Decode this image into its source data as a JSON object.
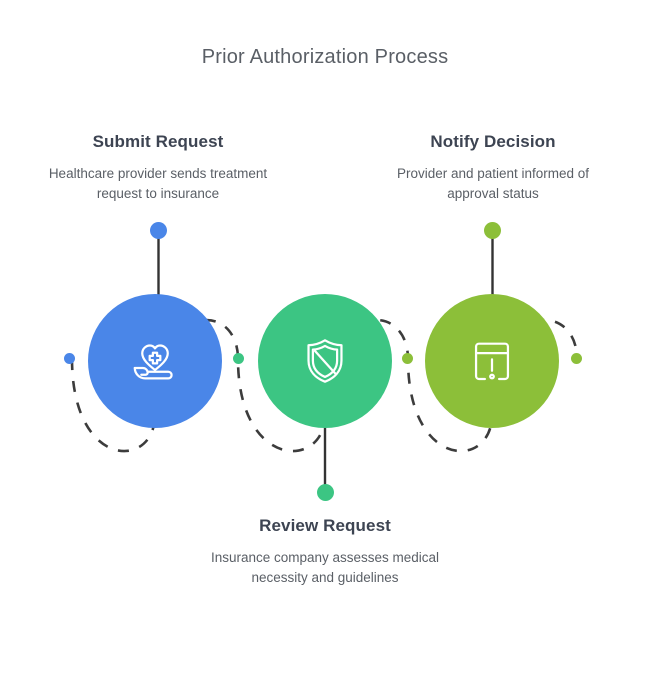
{
  "title": "Prior Authorization Process",
  "theme": {
    "background": "#ffffff",
    "title_color": "#5a5f66",
    "heading_color": "#3d4452",
    "body_color": "#5a5f66",
    "connector_line_color": "#333333",
    "wave_dash_color": "#3c3c3c",
    "step_blue": "#4a86e8",
    "step_green": "#3cc583",
    "step_olive": "#8cbf39"
  },
  "steps": [
    {
      "id": "submit",
      "heading": "Submit Request",
      "description": "Healthcare provider sends treatment request to insurance",
      "color": "#4a86e8",
      "icon": "hand-holding-heart-medical-icon",
      "position": "top-left"
    },
    {
      "id": "review",
      "heading": "Review Request",
      "description": "Insurance company assesses medical necessity and guidelines",
      "color": "#3cc583",
      "icon": "shield-icon",
      "position": "bottom-center"
    },
    {
      "id": "notify",
      "heading": "Notify Decision",
      "description": "Provider and patient informed of approval status",
      "color": "#8cbf39",
      "icon": "alert-panel-exclamation-icon",
      "position": "top-right"
    }
  ],
  "wave_dots": [
    {
      "id": "wave-start",
      "color": "#4a86e8"
    },
    {
      "id": "wave-mid1",
      "color": "#3cc583"
    },
    {
      "id": "wave-mid2",
      "color": "#8cbf39"
    },
    {
      "id": "wave-end",
      "color": "#8cbf39"
    }
  ]
}
